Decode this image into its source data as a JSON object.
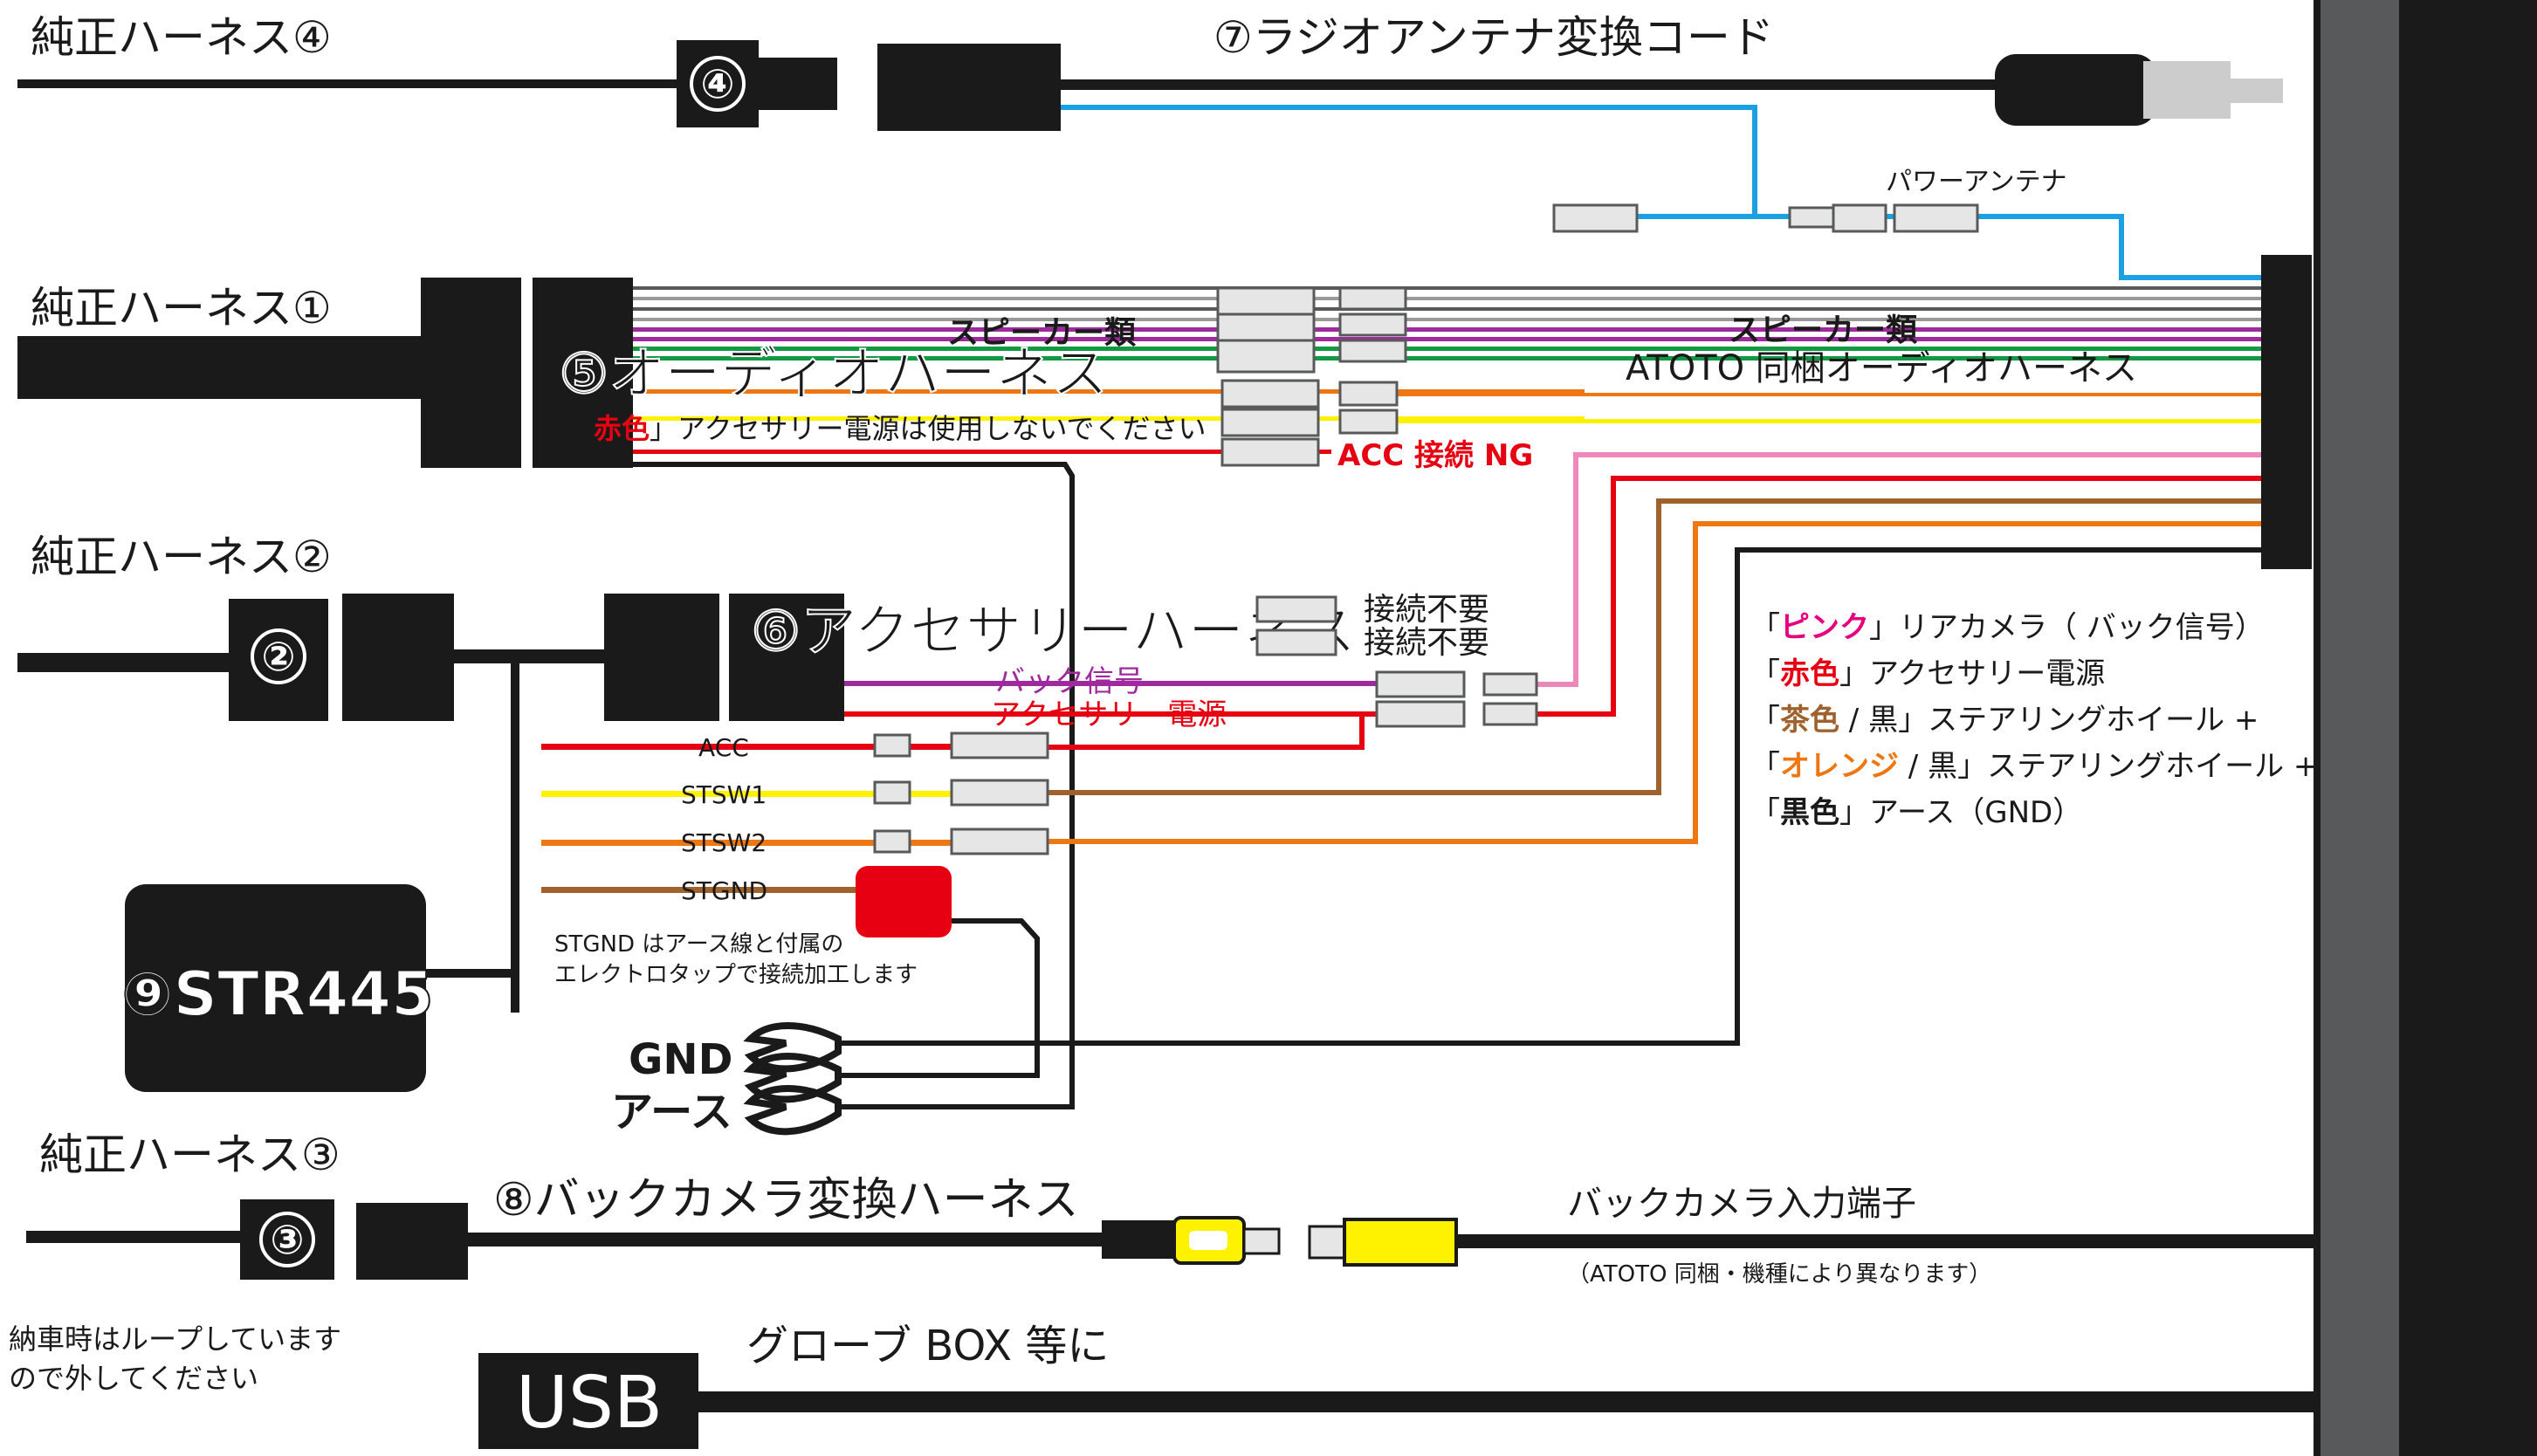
{
  "colors": {
    "black": "#1a1a1a",
    "gray_dark": "#58595b",
    "gray_light": "#cccccc",
    "blue": "#1ba1e2",
    "purple": "#9e2a9e",
    "green": "#119944",
    "orange": "#ee7711",
    "yellow": "#fff200",
    "red": "#e60012",
    "pink": "#ee88bb",
    "brown": "#a0622d",
    "magenta": "#e4007f",
    "connector_fill": "#e6e6e6"
  },
  "labels": {
    "harness4": "純正ハーネス④",
    "harness1": "純正ハーネス①",
    "harness2": "純正ハーネス②",
    "harness3": "純正ハーネス③",
    "radio_antenna_cord": "⑦ラジオアンテナ変換コード",
    "power_antenna": "パワーアンテナ",
    "speakers_left": "スピーカー類",
    "speakers_right": "スピーカー類",
    "audio_harness": "⑤オーディオハーネス",
    "atoto_audio_harness": "ATOTO 同梱オーディオハーネス",
    "red_color_term": "赤色",
    "red_note_rest": "アクセサリー電源は使用しないでください",
    "acc_ng": "ACC 接続 NG",
    "accessory_harness": "⑥アクセサリーハーネス",
    "not_required_1": "接続不要",
    "not_required_2": "接続不要",
    "back_signal": "バック信号",
    "accessory_power": "アクセサリー電源",
    "acc": "ACC",
    "stsw1": "STSW1",
    "stsw2": "STSW2",
    "stgnd": "STGND",
    "stgnd_note_1": "STGND はアース線と付属の",
    "stgnd_note_2": "エレクトロタップで接続加工します",
    "str445": "⑨STR445",
    "gnd": "GND",
    "earth": "アース",
    "backcam_harness": "⑧バックカメラ変換ハーネス",
    "backcam_input": "バックカメラ入力端子",
    "atoto_note": "（ATOTO 同梱・機種により異なります）",
    "loop_note_1": "納車時はループしています",
    "loop_note_2": "ので外してください",
    "usb": "USB",
    "glove_box": "グローブ BOX 等に",
    "circ2": "②",
    "circ3": "③",
    "circ4": "④"
  },
  "legend": [
    {
      "open": "「",
      "term": "ピンク",
      "rest": "」リアカメラ（ バック信号）",
      "color_key": "magenta"
    },
    {
      "open": "「",
      "term": "赤色",
      "rest": "」アクセサリー電源",
      "color_key": "red"
    },
    {
      "open": "「",
      "term": "茶色",
      "rest": " / 黒」ステアリングホイール +",
      "color_key": "brown"
    },
    {
      "open": "「",
      "term": "オレンジ",
      "rest": " / 黒」ステアリングホイール +",
      "color_key": "orange"
    },
    {
      "open": "「",
      "term": "黒色",
      "rest": "」アース（GND）",
      "color_key": "black"
    }
  ]
}
